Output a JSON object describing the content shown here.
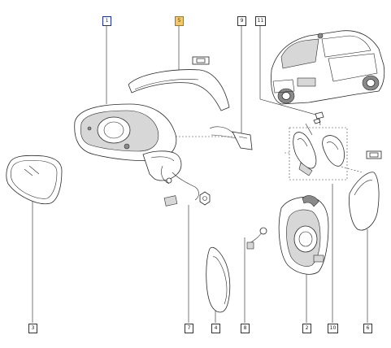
{
  "diagram": {
    "callouts": [
      {
        "id": "c1",
        "label": "1"
      },
      {
        "id": "c5",
        "label": "5"
      },
      {
        "id": "c9",
        "label": "9"
      },
      {
        "id": "c11",
        "label": "11"
      },
      {
        "id": "c3",
        "label": "3"
      },
      {
        "id": "c7",
        "label": "7"
      },
      {
        "id": "c4",
        "label": "4"
      },
      {
        "id": "c8",
        "label": "8"
      },
      {
        "id": "c2",
        "label": "2"
      },
      {
        "id": "c10",
        "label": "10"
      },
      {
        "id": "c6",
        "label": "6"
      }
    ],
    "colors": {
      "callout_blue": "#1a2f9c",
      "callout_yellow": "#f2c86a"
    },
    "icons": [
      "paint-indicator-icon-5",
      "paint-indicator-icon-6"
    ]
  }
}
